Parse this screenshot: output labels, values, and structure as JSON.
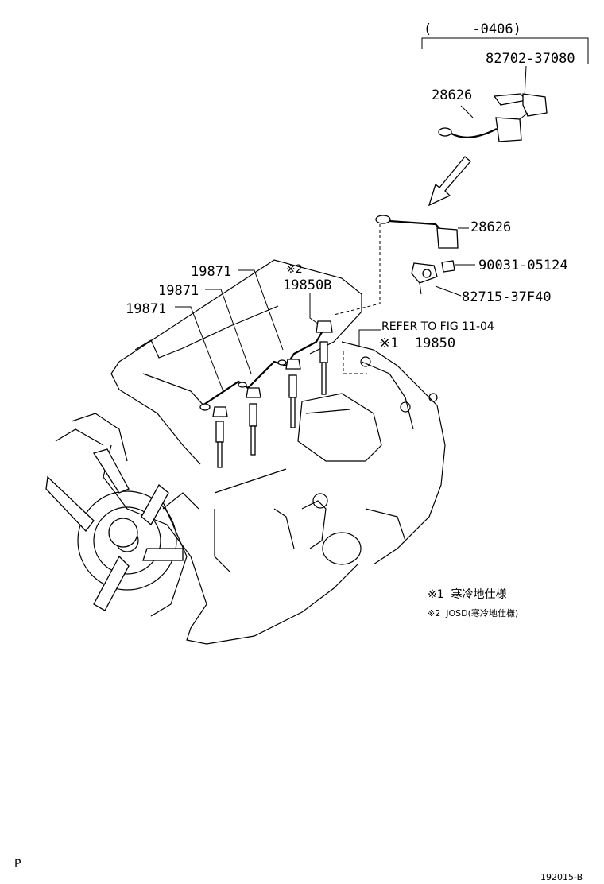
{
  "labels": {
    "date_range": "(     -0406)",
    "pn_82702": "82702-37080",
    "pn_28626_top": "28626",
    "pn_28626_mid": "28626",
    "pn_90031": "90031-05124",
    "pn_82715": "82715-37F40",
    "mark_2": "※2",
    "pn_19850B": "19850B",
    "refer": "REFER TO FIG 11-04",
    "pn_19850": "※1  19850",
    "pn_19871_a": "19871",
    "pn_19871_b": "19871",
    "pn_19871_c": "19871"
  },
  "notes": {
    "note1": "※1  寒冷地仕様",
    "note2": "※2  JOSD(寒冷地仕様)"
  },
  "footer": {
    "left": "P",
    "right": "192015-B"
  },
  "icons": [
    "engine-block-illustration",
    "cooling-fan-illustration",
    "glow-plug-illustration",
    "wire-harness-illustration",
    "down-left-arrow-icon"
  ]
}
